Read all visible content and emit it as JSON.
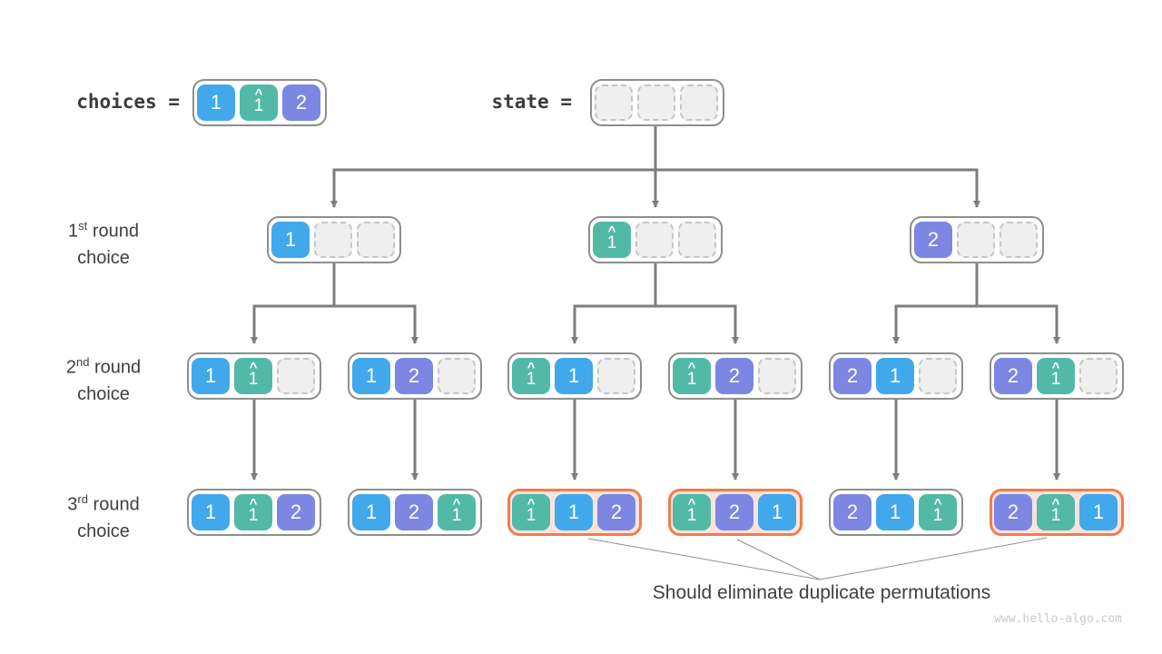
{
  "legend": {
    "choices_label": "choices =",
    "state_label": "state ="
  },
  "rows": [
    {
      "ordinal": "1",
      "suffix": "st",
      "word": "round",
      "line2": "choice"
    },
    {
      "ordinal": "2",
      "suffix": "nd",
      "word": "round",
      "line2": "choice"
    },
    {
      "ordinal": "3",
      "suffix": "rd",
      "word": "round",
      "line2": "choice"
    }
  ],
  "cell_defs": {
    "one": {
      "text": "1",
      "hat": false,
      "fill": "#41a8eb",
      "name": "cell-1"
    },
    "oneHat": {
      "text": "1",
      "hat": true,
      "hat_glyph": "^",
      "fill": "#52b9a7",
      "name": "cell-1-hat"
    },
    "two": {
      "text": "2",
      "hat": false,
      "fill": "#7b87e2",
      "name": "cell-2"
    },
    "empty": {
      "text": "",
      "hat": false,
      "fill": "#efefef",
      "name": "cell-empty"
    }
  },
  "choices_node": {
    "cells": [
      "one",
      "oneHat",
      "two"
    ]
  },
  "state_node": {
    "cells": [
      "empty",
      "empty",
      "empty"
    ]
  },
  "tree": {
    "round1": [
      {
        "cells": [
          "one",
          "empty",
          "empty"
        ],
        "duplicate": false
      },
      {
        "cells": [
          "oneHat",
          "empty",
          "empty"
        ],
        "duplicate": false
      },
      {
        "cells": [
          "two",
          "empty",
          "empty"
        ],
        "duplicate": false
      }
    ],
    "round2": [
      {
        "cells": [
          "one",
          "oneHat",
          "empty"
        ],
        "duplicate": false
      },
      {
        "cells": [
          "one",
          "two",
          "empty"
        ],
        "duplicate": false
      },
      {
        "cells": [
          "oneHat",
          "one",
          "empty"
        ],
        "duplicate": false
      },
      {
        "cells": [
          "oneHat",
          "two",
          "empty"
        ],
        "duplicate": false
      },
      {
        "cells": [
          "two",
          "one",
          "empty"
        ],
        "duplicate": false
      },
      {
        "cells": [
          "two",
          "oneHat",
          "empty"
        ],
        "duplicate": false
      }
    ],
    "round3": [
      {
        "cells": [
          "one",
          "oneHat",
          "two"
        ],
        "duplicate": false
      },
      {
        "cells": [
          "one",
          "two",
          "oneHat"
        ],
        "duplicate": false
      },
      {
        "cells": [
          "oneHat",
          "one",
          "two"
        ],
        "duplicate": true
      },
      {
        "cells": [
          "oneHat",
          "two",
          "one"
        ],
        "duplicate": true
      },
      {
        "cells": [
          "two",
          "one",
          "oneHat"
        ],
        "duplicate": false
      },
      {
        "cells": [
          "two",
          "oneHat",
          "one"
        ],
        "duplicate": true
      }
    ]
  },
  "footer": {
    "note": "Should eliminate duplicate permutations",
    "watermark": "www.hello-algo.com"
  },
  "palette": {
    "blue": "#41a8eb",
    "teal": "#52b9a7",
    "purple": "#7b87e2",
    "orange_border": "#f07e4a",
    "duplicate_fill": "#fbe3dc",
    "node_border": "#8e8e8e",
    "arrow": "#7d7d7d",
    "empty_fill": "#efefef",
    "empty_border": "#c6c6c6",
    "text": "#3b3b3b",
    "watermark": "#c9c9c9"
  }
}
